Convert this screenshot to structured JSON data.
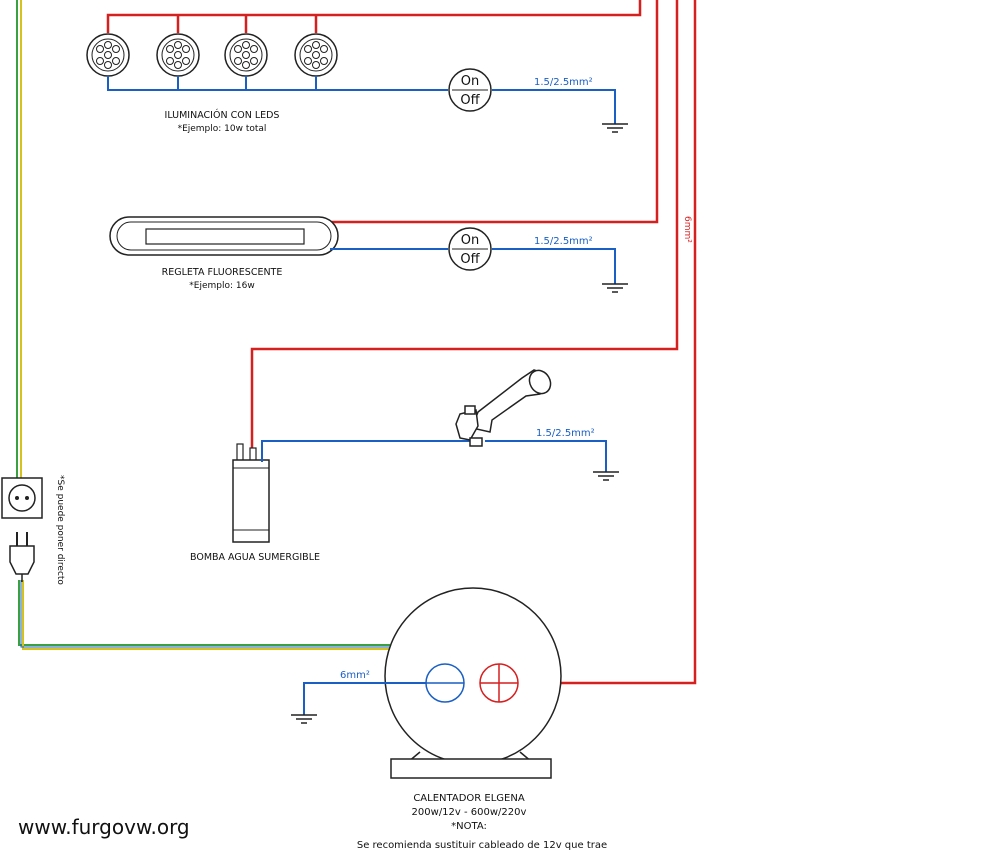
{
  "colors": {
    "positive_wire": "#d61f1f",
    "negative_wire": "#1a5fc4",
    "earth_wire_green": "#3aa040",
    "earth_wire_yellow": "#d6c21e",
    "outline": "#222222"
  },
  "leds": {
    "title": "ILUMINACIÓN CON LEDS",
    "note": "*Ejemplo: 10w total",
    "switch_on": "On",
    "switch_off": "Off",
    "wire_gauge": "1.5/2.5mm²"
  },
  "fluorescent": {
    "title": "REGLETA FLUORESCENTE",
    "note": "*Ejemplo: 16w",
    "switch_on": "On",
    "switch_off": "Off",
    "wire_gauge": "1.5/2.5mm²"
  },
  "pump": {
    "title": "BOMBA AGUA SUMERGIBLE",
    "wire_gauge": "1.5/2.5mm²"
  },
  "main_feed": {
    "wire_gauge": "6mm²"
  },
  "socket": {
    "note": "*Se puede poner directo"
  },
  "heater": {
    "title": "CALENTADOR ELGENA",
    "spec": "200w/12v - 600w/220v",
    "note_title": "*NOTA:",
    "note": "Se recomienda sustituir cableado de 12v que trae",
    "wire_gauge": "6mm²"
  },
  "watermark": "www.furgovw.org"
}
